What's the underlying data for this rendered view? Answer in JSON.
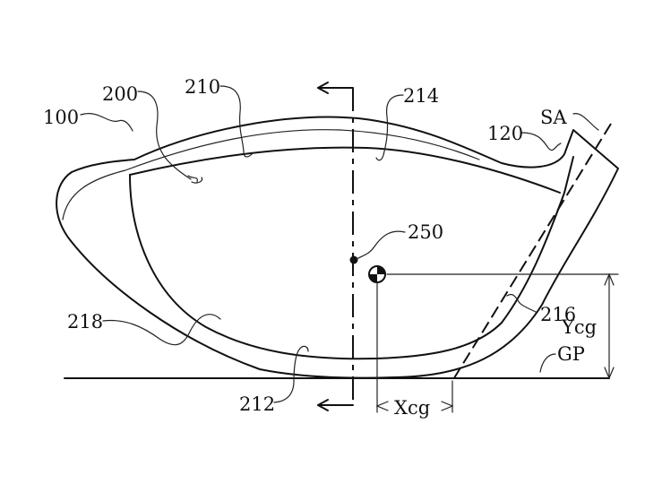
{
  "labels": {
    "l100": "100",
    "l200": "200",
    "l210": "210",
    "l214": "214",
    "l120": "120",
    "lSA": "SA",
    "l250": "250",
    "l218": "218",
    "l216": "216",
    "lYcg": "Ycg",
    "lGP": "GP",
    "l212": "212",
    "lXcg": "Xcg"
  }
}
